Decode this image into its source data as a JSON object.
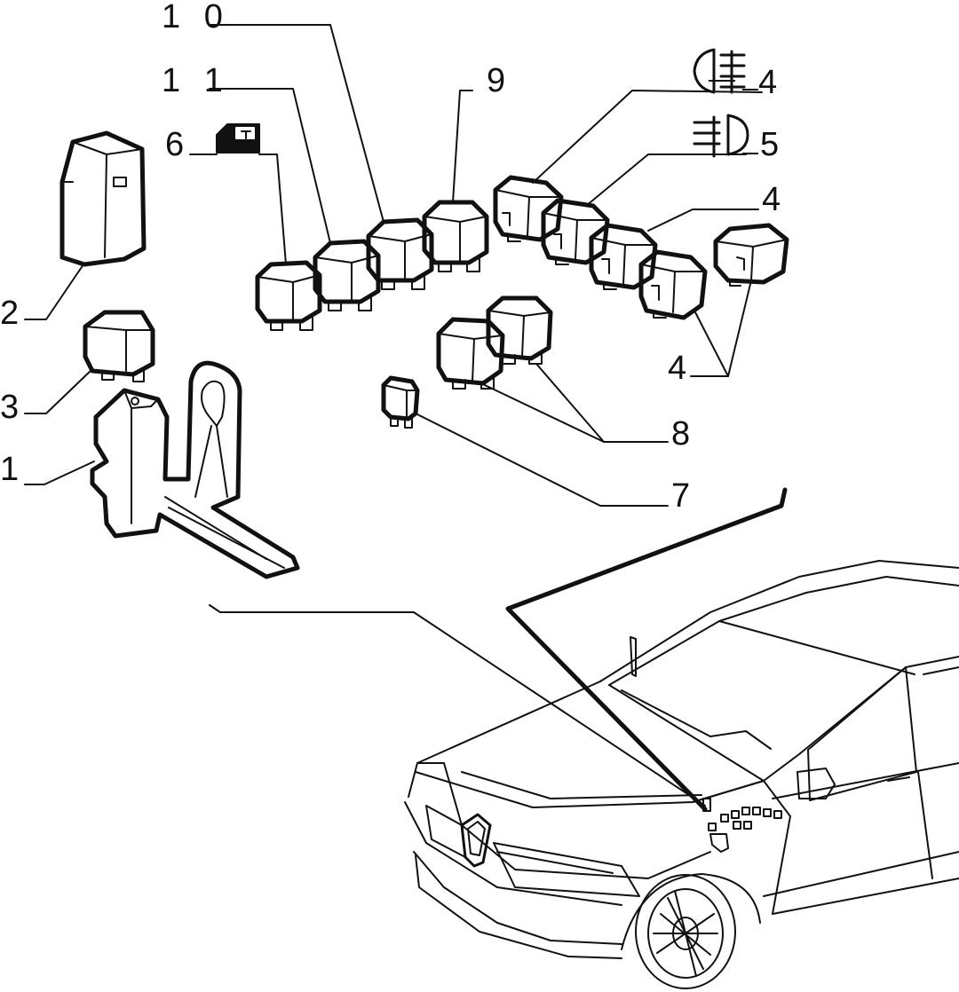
{
  "callouts": {
    "c1": "1",
    "c2": "2",
    "c3": "3",
    "c4a": "4",
    "c4b": "4",
    "c4c": "4",
    "c5": "5",
    "c6": "6",
    "c7": "7",
    "c8": "8",
    "c9": "9",
    "c10": "1 0",
    "c11": "1 1"
  },
  "icons": {
    "fog_front": "front-fog-lamp-icon",
    "fog_rear": "rear-fog-lamp-icon",
    "door_window": "power-window-icon"
  },
  "colors": {
    "line": "#111111",
    "background": "#ffffff"
  }
}
